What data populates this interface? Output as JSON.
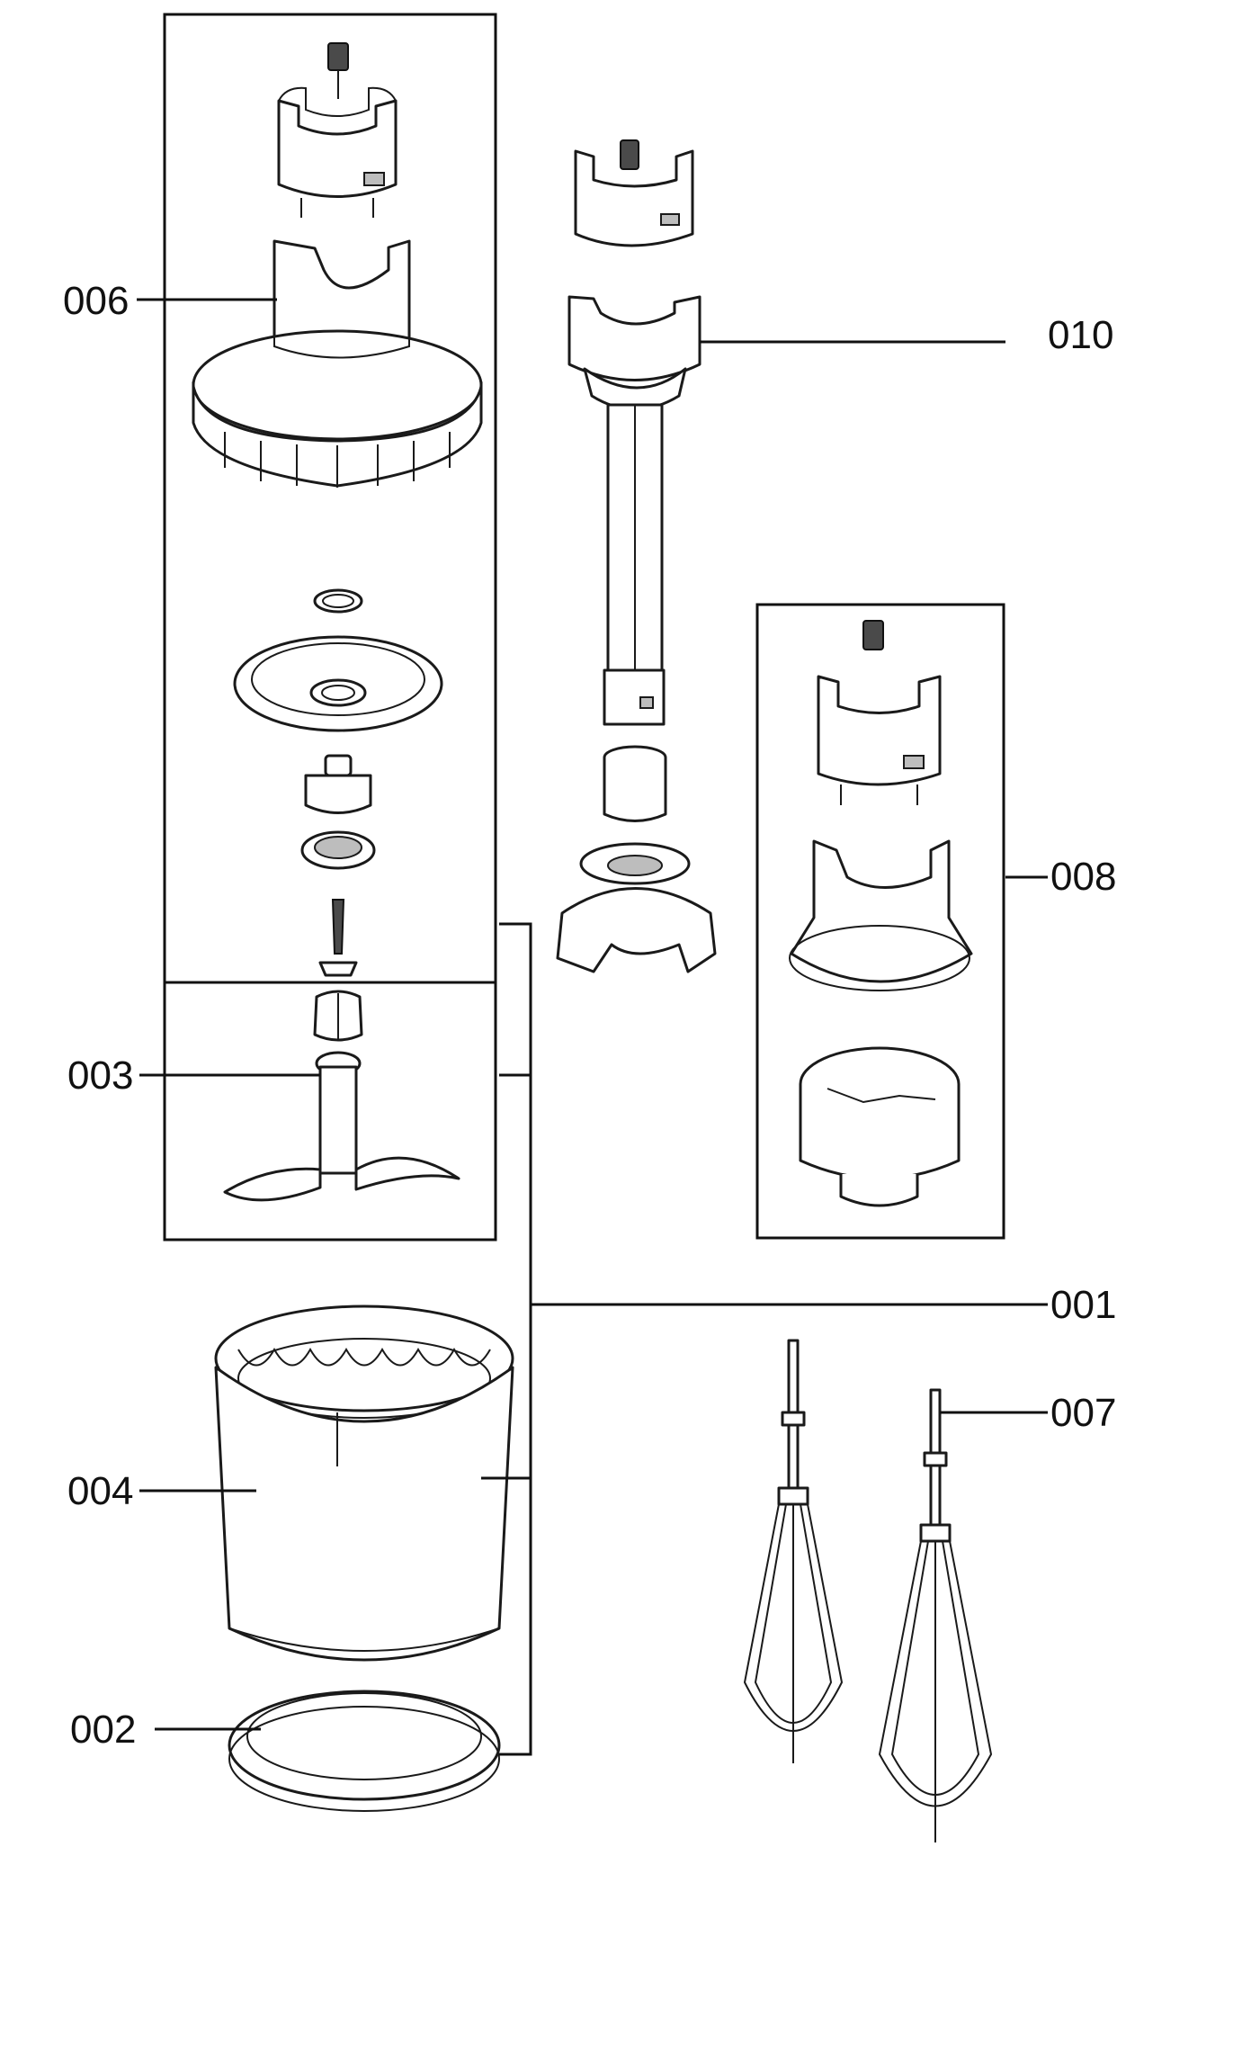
{
  "diagram": {
    "callouts": [
      {
        "id": "006",
        "label": "006"
      },
      {
        "id": "010",
        "label": "010"
      },
      {
        "id": "008",
        "label": "008"
      },
      {
        "id": "003",
        "label": "003"
      },
      {
        "id": "001",
        "label": "001"
      },
      {
        "id": "007",
        "label": "007"
      },
      {
        "id": "004",
        "label": "004"
      },
      {
        "id": "002",
        "label": "002"
      }
    ],
    "colors": {
      "line": "#1a1a1a",
      "background": "#ffffff",
      "shade": "#bdbdbd"
    }
  }
}
